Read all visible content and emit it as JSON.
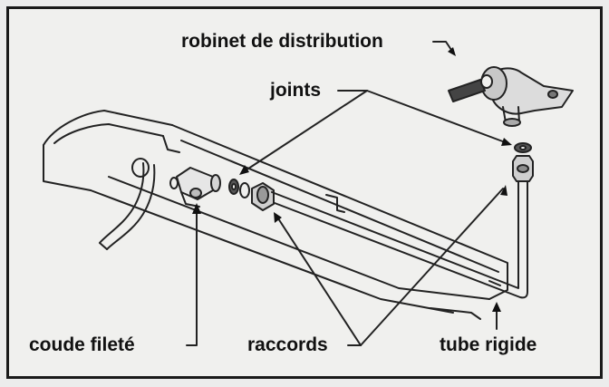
{
  "labels": {
    "robinet": "robinet de distribution",
    "joints": "joints",
    "coude": "coude fileté",
    "raccords": "raccords",
    "tube": "tube rigide"
  }
}
